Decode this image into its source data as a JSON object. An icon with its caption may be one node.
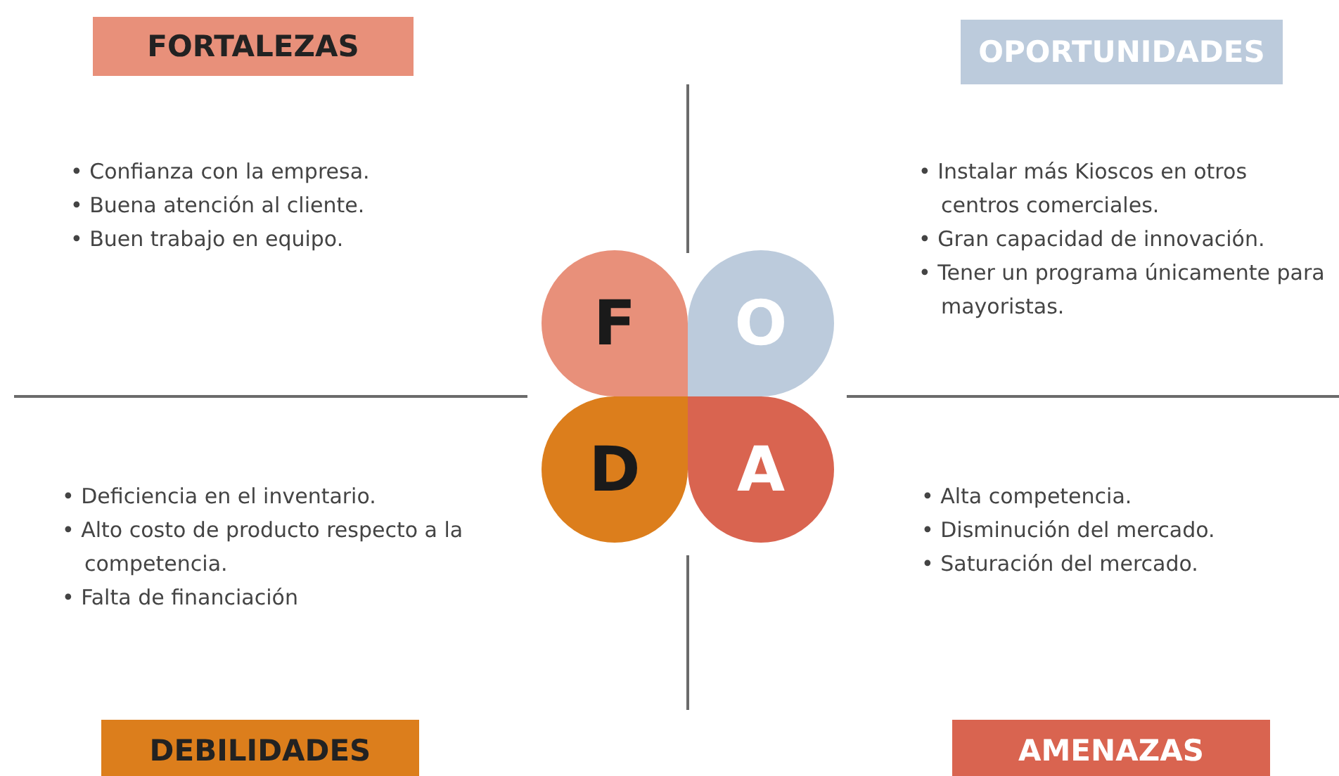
{
  "diagram": {
    "nodes": [
      {
        "text": [
          "FORTALEZAS"
        ]
      },
      {
        "text": [
          "OPORTUNIDADES"
        ]
      },
      {
        "text": [
          "F"
        ]
      },
      {
        "text": [
          "O"
        ]
      },
      {
        "text": [
          "D"
        ]
      },
      {
        "text": [
          "A"
        ]
      },
      {
        "text": [
          "DEBILIDADES"
        ]
      },
      {
        "text": [
          "AMENAZAS"
        ]
      }
    ],
    "labels": [
      "• Confianza con la empresa.",
      "• Buena atención al cliente.",
      "• Buen trabajo en equipo.",
      "• Instalar más Kioscos en otros centros comerciales.",
      "• Gran capacidad de innovación.",
      "• Tener un programa únicamente para mayoristas.",
      "• Deficiencia en el inventario.",
      "• Alto costo de producto respecto a la competencia.",
      "• Falta de financiación",
      "• Alta competencia.",
      "• Disminución del mercado.",
      "• Saturación del mercado."
    ]
  }
}
